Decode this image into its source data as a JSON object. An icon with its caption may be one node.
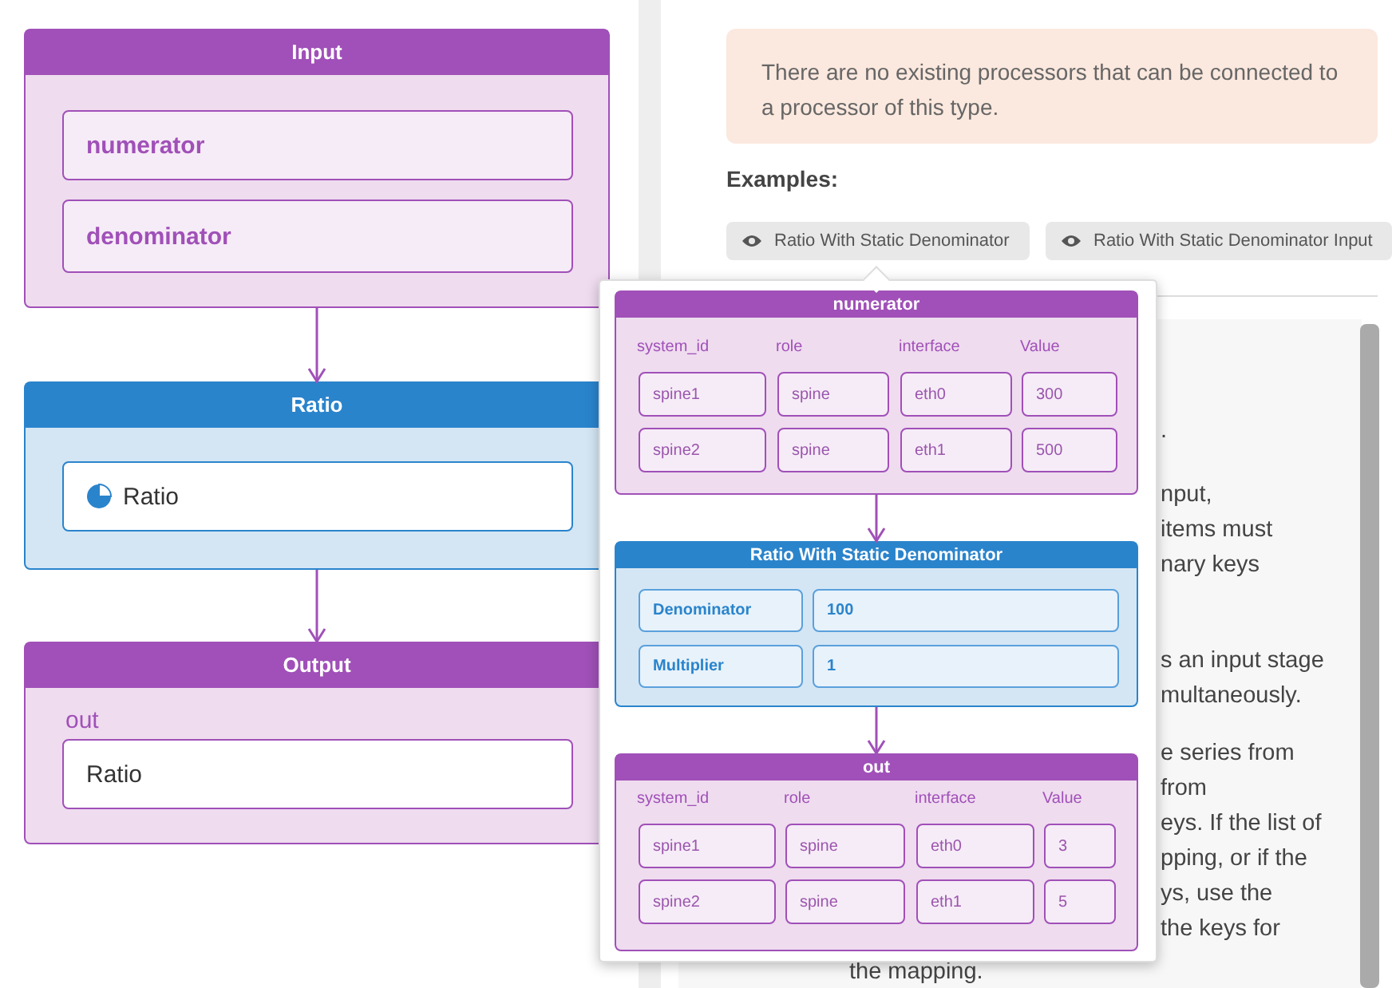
{
  "diagram": {
    "nodes": [
      {
        "text": [
          "Input"
        ]
      },
      {
        "text": [
          "numerator"
        ],
        "in": 0
      },
      {
        "text": [
          "denominator"
        ],
        "in": 0
      },
      {
        "text": [
          "Ratio"
        ]
      },
      {
        "text": [
          "Ratio"
        ],
        "in": 3
      },
      {
        "text": [
          "Output"
        ]
      },
      {
        "text": [
          "out",
          "Ratio"
        ],
        "in": 5
      },
      {
        "text": [
          "There are no existing processors that can be connected to a processor of this type."
        ]
      },
      {
        "text": [
          "Ratio With Static Denominator"
        ]
      },
      {
        "text": [
          "Ratio With Static Denominator Input"
        ]
      },
      {
        "text": [
          "numerator"
        ]
      },
      {
        "text": [
          "spine1"
        ],
        "in": 10
      },
      {
        "text": [
          "spine"
        ],
        "in": 10
      },
      {
        "text": [
          "eth0"
        ],
        "in": 10
      },
      {
        "text": [
          "300"
        ],
        "in": 10
      },
      {
        "text": [
          "spine2"
        ],
        "in": 10
      },
      {
        "text": [
          "spine"
        ],
        "in": 10
      },
      {
        "text": [
          "eth1"
        ],
        "in": 10
      },
      {
        "text": [
          "500"
        ],
        "in": 10
      },
      {
        "text": [
          "Ratio With Static Denominator"
        ]
      },
      {
        "text": [
          "Denominator"
        ],
        "in": 19
      },
      {
        "text": [
          "100"
        ],
        "in": 19
      },
      {
        "text": [
          "Multiplier"
        ],
        "in": 19
      },
      {
        "text": [
          "1"
        ],
        "in": 19
      },
      {
        "text": [
          "out"
        ]
      },
      {
        "text": [
          "spine1"
        ],
        "in": 24
      },
      {
        "text": [
          "spine"
        ],
        "in": 24
      },
      {
        "text": [
          "eth0"
        ],
        "in": 24
      },
      {
        "text": [
          "3"
        ],
        "in": 24
      },
      {
        "text": [
          "spine2"
        ],
        "in": 24
      },
      {
        "text": [
          "spine"
        ],
        "in": 24
      },
      {
        "text": [
          "eth1"
        ],
        "in": 24
      },
      {
        "text": [
          "5"
        ],
        "in": 24
      }
    ],
    "edges": [
      {
        "from": 0,
        "to": 3,
        "arrow": "to"
      },
      {
        "from": 3,
        "to": 5,
        "arrow": "to"
      },
      {
        "from": 10,
        "to": 19,
        "arrow": "to"
      },
      {
        "from": 19,
        "to": 24,
        "arrow": "to"
      }
    ],
    "labels": [
      "Examples:",
      "system_id",
      "role",
      "interface",
      "Value",
      "system_id",
      "role",
      "interface",
      "Value",
      ".",
      "nput,",
      "items must",
      "nary keys",
      "s an input stage",
      "multaneously.",
      "e series from",
      "from",
      "eys. If the list of",
      "pping, or if the",
      "ys, use the",
      "the keys for",
      "the mapping."
    ]
  }
}
